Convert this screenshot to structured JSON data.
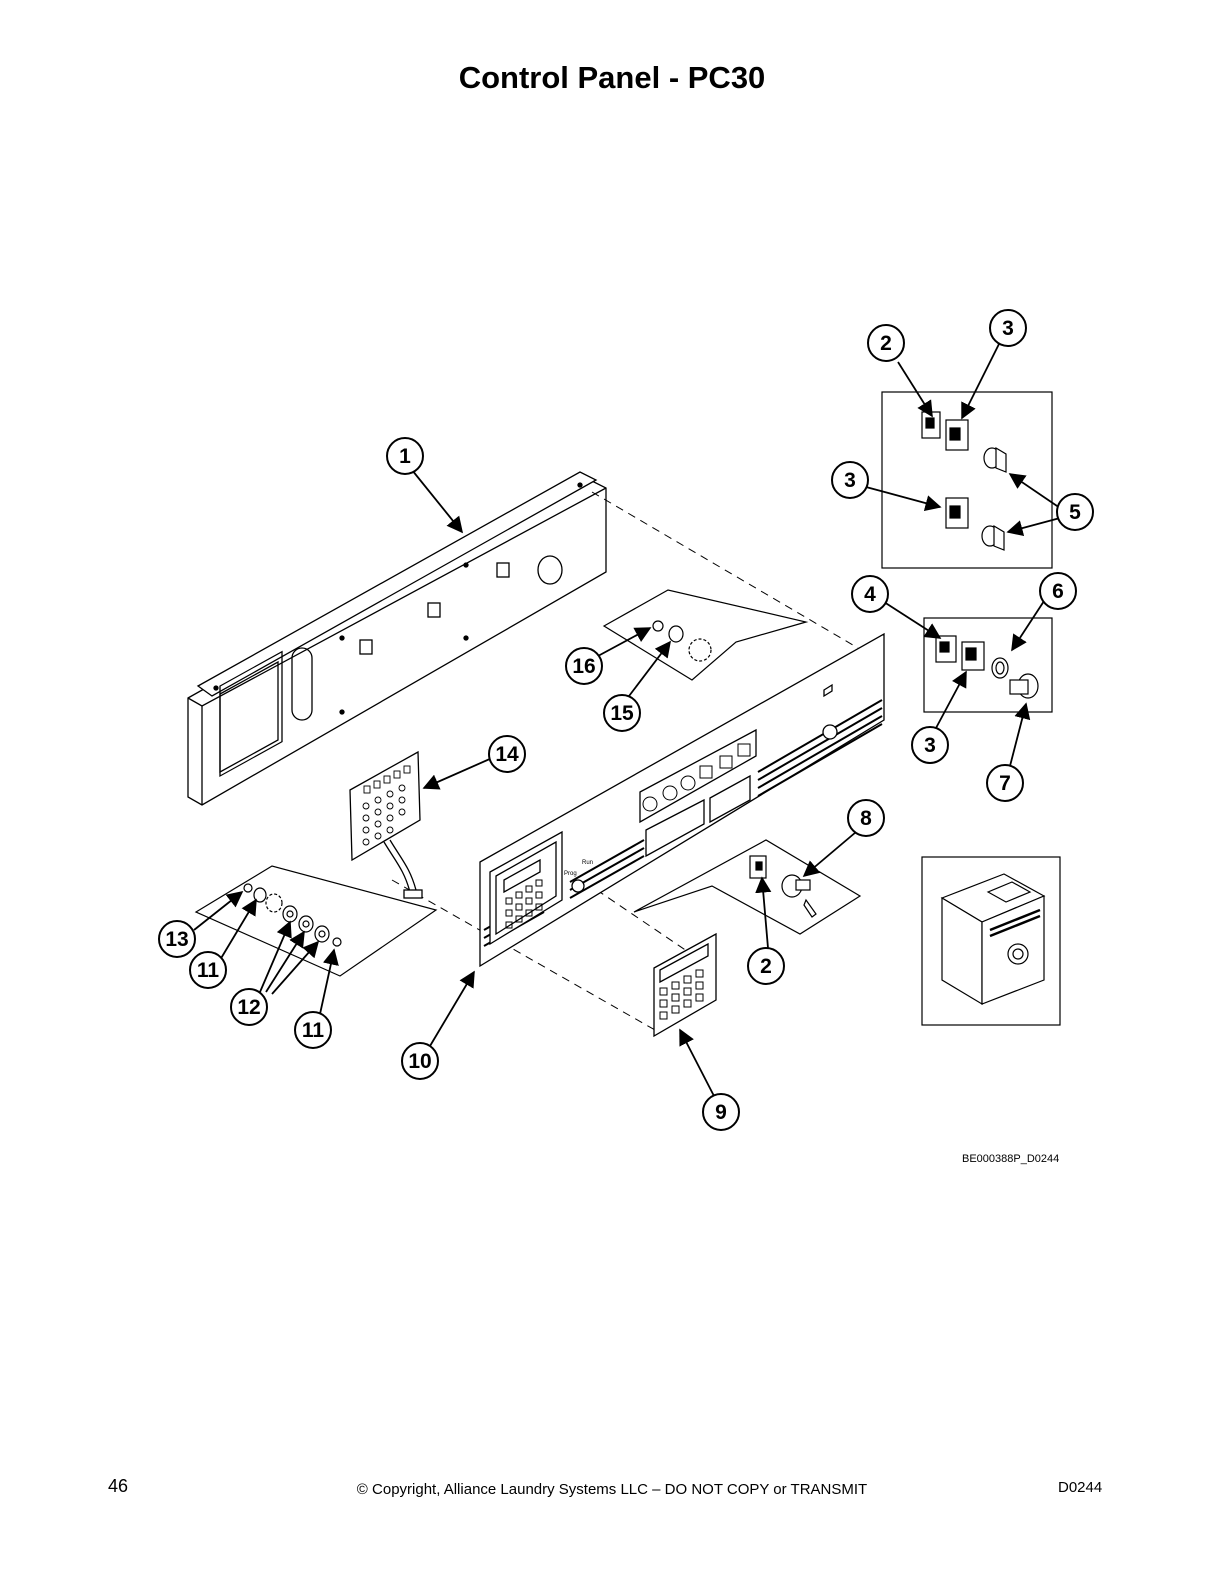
{
  "title": "Control Panel - PC30",
  "figure_id": "BE000388P_D0244",
  "footer": {
    "page_number": "46",
    "copyright": "© Copyright, Alliance Laundry Systems LLC – DO NOT COPY or TRANSMIT",
    "doc_id": "D0244"
  },
  "panel_labels": {
    "prog": "Prog",
    "run": "Run"
  },
  "callouts": [
    {
      "id": "c1",
      "label": "1"
    },
    {
      "id": "c2a",
      "label": "2"
    },
    {
      "id": "c3a",
      "label": "3"
    },
    {
      "id": "c3b",
      "label": "3"
    },
    {
      "id": "c5",
      "label": "5"
    },
    {
      "id": "c4",
      "label": "4"
    },
    {
      "id": "c6",
      "label": "6"
    },
    {
      "id": "c3c",
      "label": "3"
    },
    {
      "id": "c7",
      "label": "7"
    },
    {
      "id": "c8",
      "label": "8"
    },
    {
      "id": "c2b",
      "label": "2"
    },
    {
      "id": "c16",
      "label": "16"
    },
    {
      "id": "c15",
      "label": "15"
    },
    {
      "id": "c14",
      "label": "14"
    },
    {
      "id": "c13",
      "label": "13"
    },
    {
      "id": "c11a",
      "label": "11"
    },
    {
      "id": "c12",
      "label": "12"
    },
    {
      "id": "c11b",
      "label": "11"
    },
    {
      "id": "c10",
      "label": "10"
    },
    {
      "id": "c9",
      "label": "9"
    }
  ]
}
